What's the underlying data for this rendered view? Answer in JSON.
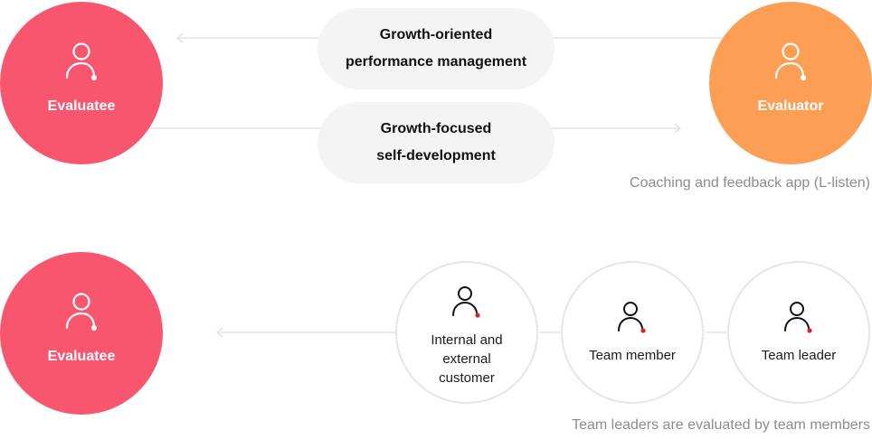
{
  "colors": {
    "evaluatee": "#f7566e",
    "evaluator": "#fd9e55",
    "pill_background": "#f4f4f4",
    "stakeholder_border": "#e6e6e6",
    "icon_accent": "#e0202a",
    "caption": "#8c8c8c"
  },
  "top_section": {
    "evaluatee_label": "Evaluatee",
    "evaluator_label": "Evaluator",
    "pill_upper": {
      "line1": "Growth-oriented",
      "line2": "performance management"
    },
    "pill_lower": {
      "line1": "Growth-focused",
      "line2": "self-development"
    },
    "caption": "Coaching and feedback app (L-listen)"
  },
  "bottom_section": {
    "evaluatee_label": "Evaluatee",
    "stakeholders": [
      {
        "lines": [
          "Internal and",
          "external",
          "customer"
        ],
        "icon": "person-icon"
      },
      {
        "lines": [
          "Team member"
        ],
        "icon": "person-icon"
      },
      {
        "lines": [
          "Team leader"
        ],
        "icon": "person-icon"
      }
    ],
    "caption": "Team leaders are evaluated by team members"
  }
}
